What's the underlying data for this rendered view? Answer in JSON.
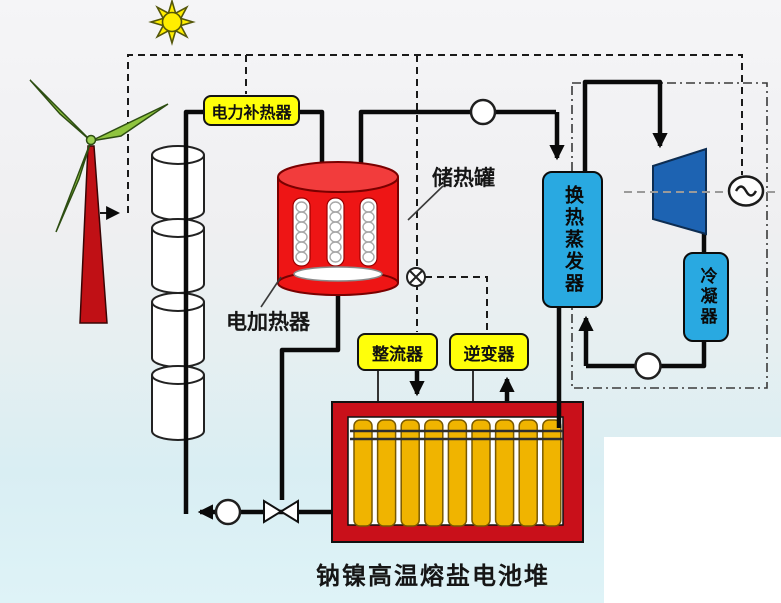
{
  "labels": {
    "power_booster_heater": "电力补热器",
    "heat_storage_tank": "储热罐",
    "electric_heater": "电加热器",
    "rectifier": "整流器",
    "inverter": "逆变器",
    "evaporator": "换热蒸发器",
    "condenser": "冷凝器",
    "battery_stack_caption": "钠镍高温熔盐电池堆"
  },
  "icons": [
    "sun-icon",
    "wind-turbine-icon",
    "heater-column-icon",
    "storage-tank-icon",
    "pump-icon",
    "valve-icon",
    "mixing-valve-icon",
    "steam-turbine-icon",
    "generator-icon",
    "battery-stack-icon"
  ],
  "battery": {
    "cell_count": 9
  },
  "colors": {
    "tank_red": "#ee1515",
    "battery_frame_red": "#c9101a",
    "cell_yellow": "#f0b400",
    "label_yellow": "#ffff0a",
    "process_blue": "#29a9e1",
    "turbine_blue": "#1d63b2",
    "blade_green": "#8fc43e",
    "sun_yellow": "#ffee00",
    "background_top": "#f5f5f7",
    "background_bottom": "#def3f7"
  }
}
